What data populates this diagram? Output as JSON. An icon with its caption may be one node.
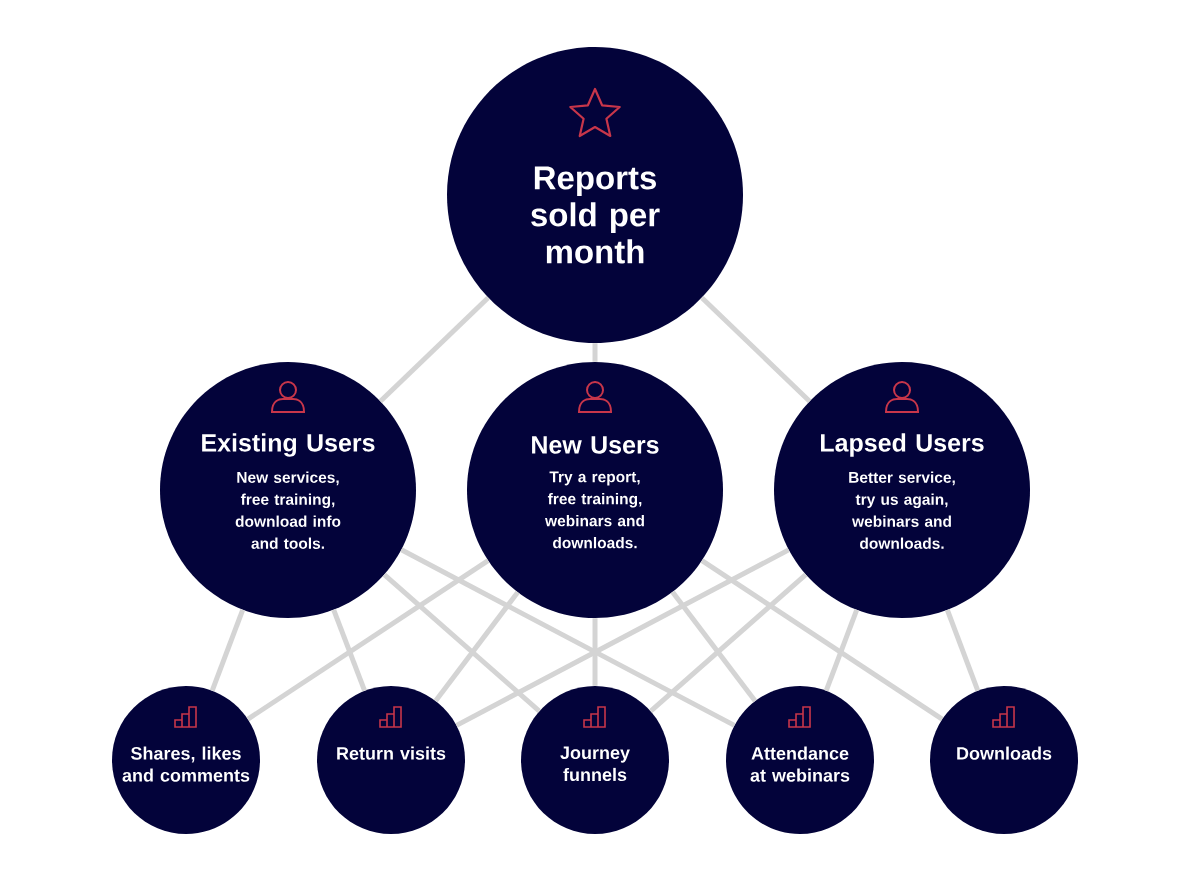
{
  "diagram": {
    "nodes": [
      {
        "text": [
          "Reports sold per month"
        ]
      },
      {
        "text": [
          "Existing Users",
          "New services, free training, download info and tools."
        ]
      },
      {
        "text": [
          "New Users",
          "Try a report, free training, webinars and downloads."
        ]
      },
      {
        "text": [
          "Lapsed Users",
          "Better service, try us again, webinars and downloads."
        ]
      },
      {
        "text": [
          "Shares, likes and comments"
        ]
      },
      {
        "text": [
          "Return visits"
        ]
      },
      {
        "text": [
          "Journey funnels"
        ]
      },
      {
        "text": [
          "Attendance at webinars"
        ]
      },
      {
        "text": [
          "Downloads"
        ]
      }
    ],
    "edges": [
      {
        "from": 0,
        "to": 1,
        "arrow": "none"
      },
      {
        "from": 0,
        "to": 2,
        "arrow": "none"
      },
      {
        "from": 0,
        "to": 3,
        "arrow": "none"
      },
      {
        "from": 1,
        "to": 4,
        "arrow": "none"
      },
      {
        "from": 1,
        "to": 5,
        "arrow": "none"
      },
      {
        "from": 1,
        "to": 6,
        "arrow": "none"
      },
      {
        "from": 1,
        "to": 7,
        "arrow": "none"
      },
      {
        "from": 2,
        "to": 4,
        "arrow": "none"
      },
      {
        "from": 2,
        "to": 5,
        "arrow": "none"
      },
      {
        "from": 2,
        "to": 6,
        "arrow": "none"
      },
      {
        "from": 2,
        "to": 7,
        "arrow": "none"
      },
      {
        "from": 2,
        "to": 8,
        "arrow": "none"
      },
      {
        "from": 3,
        "to": 5,
        "arrow": "none"
      },
      {
        "from": 3,
        "to": 6,
        "arrow": "none"
      },
      {
        "from": 3,
        "to": 7,
        "arrow": "none"
      },
      {
        "from": 3,
        "to": 8,
        "arrow": "none"
      }
    ]
  }
}
